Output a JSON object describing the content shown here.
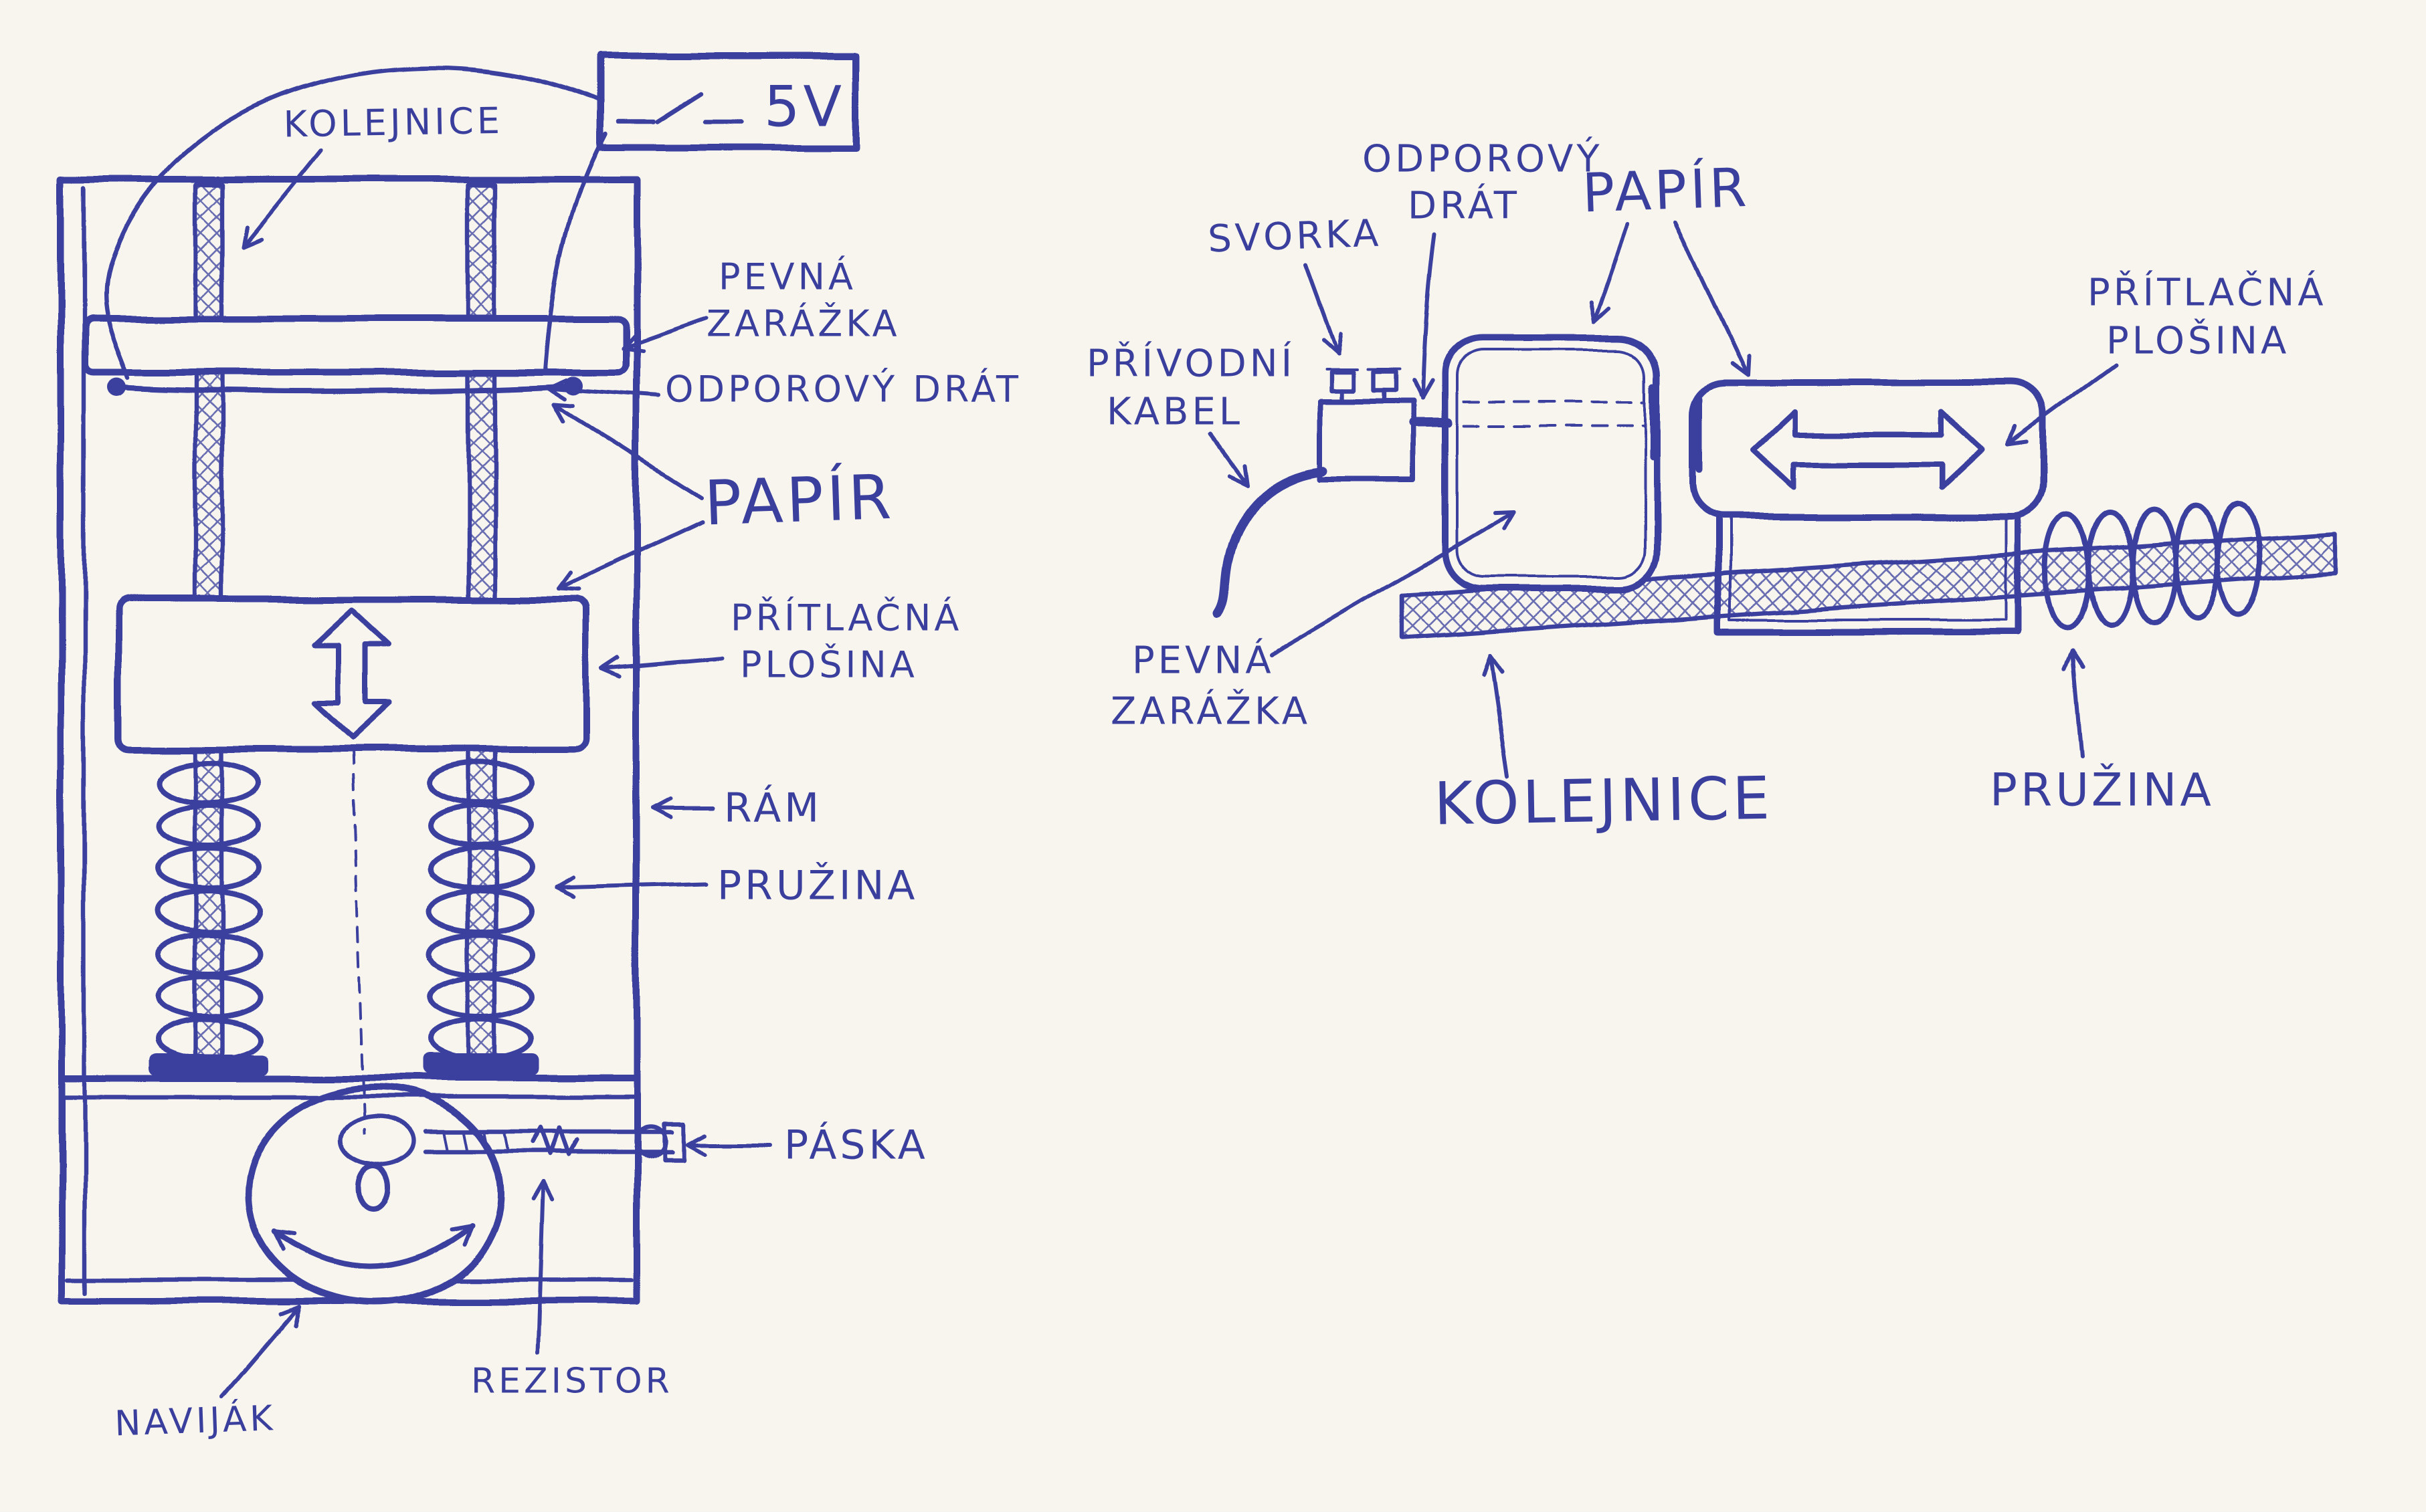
{
  "colors": {
    "ink": "#3a3f9e",
    "paper": "#f7f5ee"
  },
  "left_diagram": {
    "power_box": {
      "voltage": "5V"
    },
    "labels": {
      "kolejnice": "KOLEJNICE",
      "pevna_zarazka_line1": "PEVNÁ",
      "pevna_zarazka_line2": "ZARÁŽKA",
      "odporovy_drat": "ODPOROVÝ DRÁT",
      "papir": "PAPÍR",
      "pritlacna_plosina_line1": "PŘÍTLAČNÁ",
      "pritlacna_plosina_line2": "PLOŠINA",
      "ram": "RÁM",
      "pruzina": "PRUŽINA",
      "paska": "PÁSKA",
      "rezistor": "REZISTOR",
      "navijak": "NAVIJÁK"
    }
  },
  "right_diagram": {
    "labels": {
      "svorka": "SVORKA",
      "odporovy_drat_line1": "ODPOROVÝ",
      "odporovy_drat_line2": "DRÁT",
      "papir": "PAPÍR",
      "pritlacna_plosina_line1": "PŘÍTLAČNÁ",
      "pritlacna_plosina_line2": "PLOŠINA",
      "privodni_kabel_line1": "PŘÍVODNÍ",
      "privodni_kabel_line2": "KABEL",
      "pevna_zarazka_line1": "PEVNÁ",
      "pevna_zarazka_line2": "ZARÁŽKA",
      "kolejnice": "KOLEJNICE",
      "pruzina": "PRUŽINA"
    }
  }
}
